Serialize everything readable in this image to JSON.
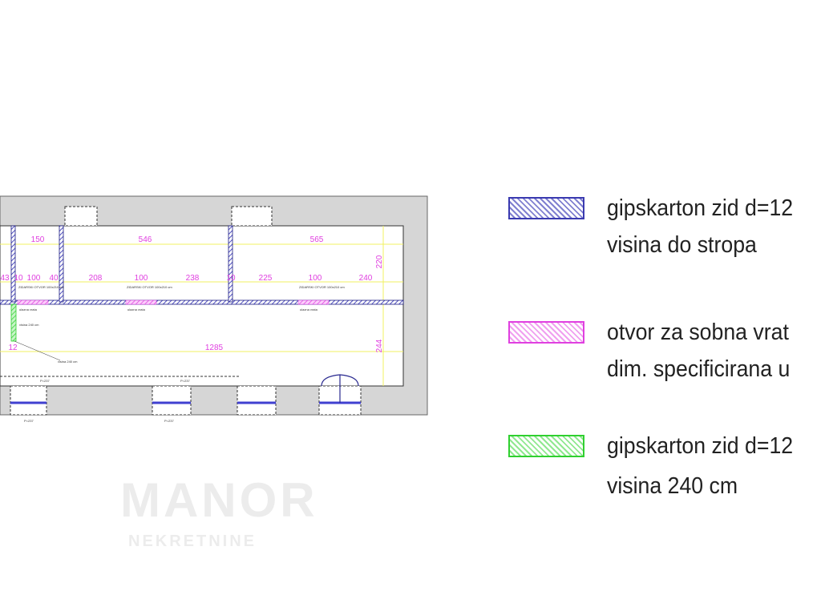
{
  "plan": {
    "dimensions_top": [
      "150",
      "546",
      "565"
    ],
    "dimensions_mid": [
      "43",
      "10",
      "100",
      "40",
      "208",
      "100",
      "238",
      "10",
      "225",
      "100",
      "240"
    ],
    "dimension_long": "1285",
    "dimension_vertical_top": "220",
    "dimension_vertical_bottom": "244",
    "dimension_green": "12",
    "door_note": "ZIDARSKI OTVOR 100x210 cm",
    "door_label": "ulazna vrata",
    "green_note": "visina 240 cm",
    "window_labels": [
      "P=237",
      "P=237",
      "P=237",
      "P=237"
    ]
  },
  "legend": [
    {
      "line1": "gipskarton zid d=12",
      "line2": "visina do stropa",
      "color": "#3a3ab0",
      "hatch": "#8080d0"
    },
    {
      "line1": "otvor za sobna vrat",
      "line2": "dim. specificirana u",
      "color": "#e040e0",
      "hatch": "#f0a0f0"
    },
    {
      "line1": "gipskarton zid d=12",
      "line2": "visina 240 cm",
      "color": "#30d030",
      "hatch": "#90e890"
    }
  ],
  "watermark": {
    "brand": "MANOR",
    "sub": "NEKRETNINE"
  }
}
